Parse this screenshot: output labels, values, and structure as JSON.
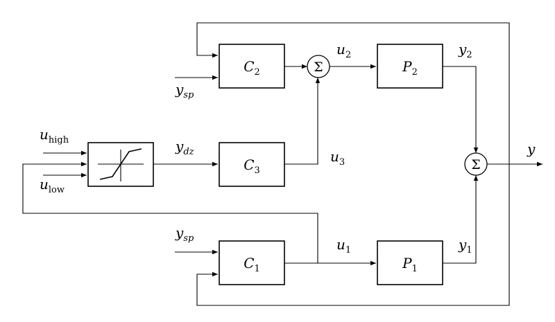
{
  "blocks": {
    "c2": {
      "name": "C",
      "sub": "2"
    },
    "c3": {
      "name": "C",
      "sub": "3"
    },
    "c1": {
      "name": "C",
      "sub": "1"
    },
    "p2": {
      "name": "P",
      "sub": "2"
    },
    "p1": {
      "name": "P",
      "sub": "1"
    }
  },
  "summation_symbol": "Σ",
  "signals": {
    "u2": {
      "name": "u",
      "sub": "2"
    },
    "y2": {
      "name": "y",
      "sub": "2"
    },
    "u3": {
      "name": "u",
      "sub": "3"
    },
    "u1": {
      "name": "u",
      "sub": "1"
    },
    "y1": {
      "name": "y",
      "sub": "1"
    },
    "ydz": {
      "name": "y",
      "sub": "dz"
    },
    "ysp_top": {
      "name": "y",
      "sub": "sp"
    },
    "ysp_bottom": {
      "name": "y",
      "sub": "sp"
    },
    "uhigh": {
      "name": "u",
      "sub": "high"
    },
    "ulow": {
      "name": "u",
      "sub": "low"
    },
    "y_out": {
      "name": "y"
    }
  }
}
